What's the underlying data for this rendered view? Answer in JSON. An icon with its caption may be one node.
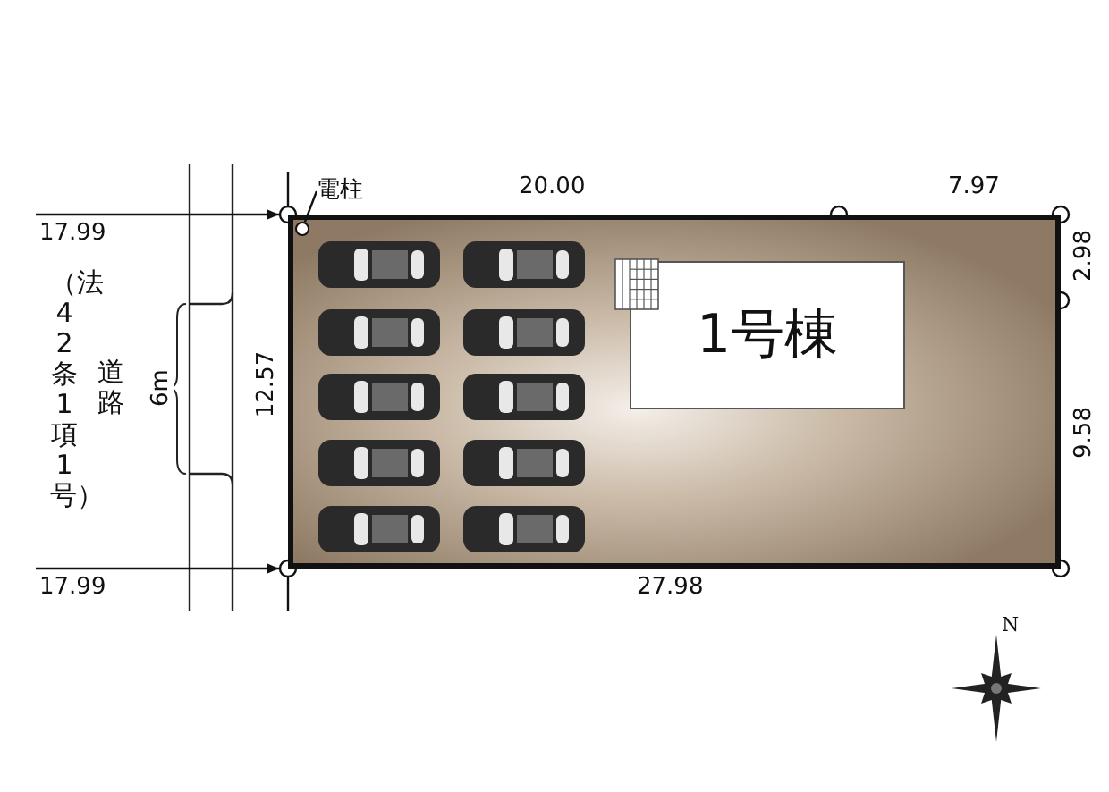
{
  "diagram": {
    "nodes": [
      {
        "text": [],
        "shape": "box"
      },
      {
        "text": [
          "1号棟"
        ],
        "in": 0
      },
      {
        "text": [
          "電柱"
        ]
      },
      {
        "text": [],
        "shape": "circle",
        "in": 0
      }
    ],
    "edges": [
      {
        "from": 2,
        "to": 3,
        "arrow": "none"
      }
    ],
    "labels": [
      "17.99",
      "（法42条1項1号）",
      "道路",
      "6m",
      "12.57",
      "20.00",
      "7.97",
      "2.98",
      "9.58",
      "17.99",
      "27.98",
      "N"
    ]
  }
}
